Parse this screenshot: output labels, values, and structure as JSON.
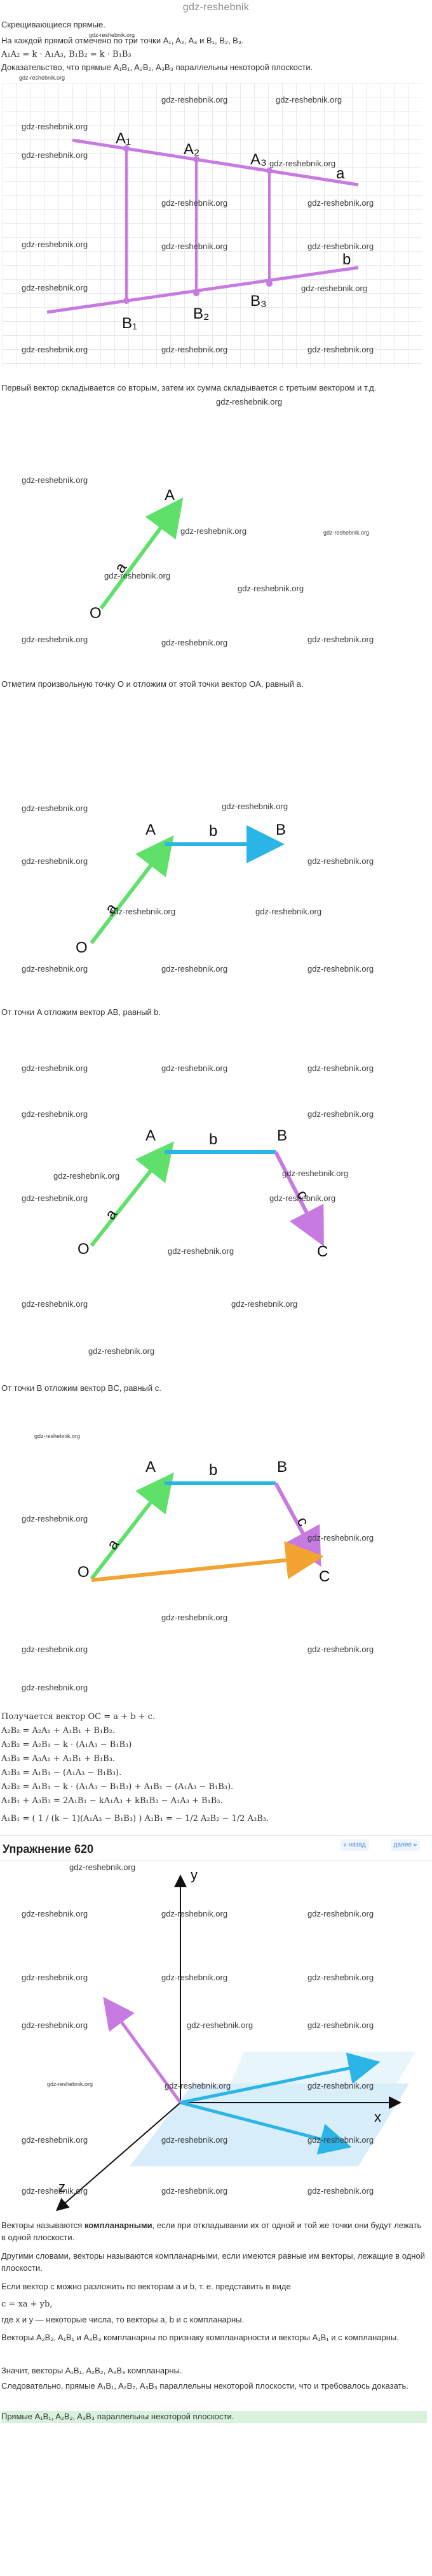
{
  "site": {
    "logo": "gdz-reshebnik"
  },
  "watermark": "gdz-reshebnik.org",
  "intro": {
    "line1": "Скрещивающиеся прямые.",
    "line2": "На каждой прямой отмечено по три точки A₁, A₂, A₃ и B₁, B₂, B₃.",
    "line3": "A₁A₂ = k · A₁A₃, B₁B₂ = k · B₁B₃",
    "line4": "Доказательство, что прямые A₁B₁, A₂B₂, A₃B₃ параллельны некоторой плоскости."
  },
  "figure1": {
    "labels": [
      "A₁",
      "A₂",
      "A₃",
      "a",
      "B₁",
      "B₂",
      "B₃",
      "b"
    ]
  },
  "step1": "Первый вектор складывается со вторым, затем их сумма складывается с третьим вектором и т.д.",
  "figure2": {
    "labels": [
      "A",
      "O",
      "a"
    ]
  },
  "step2": "Отметим произвольную точку O и отложим от этой точки вектор OA, равный a.",
  "figure3": {
    "labels": [
      "A",
      "B",
      "O",
      "a",
      "b"
    ]
  },
  "step3": "От точки A отложим вектор AB, равный b.",
  "figure4": {
    "labels": [
      "A",
      "B",
      "C",
      "O",
      "a",
      "b",
      "c"
    ]
  },
  "step4": "От точки B отложим вектор BC, равный c.",
  "figure5": {
    "labels": [
      "A",
      "B",
      "C",
      "O",
      "a",
      "b",
      "c"
    ]
  },
  "derivation": [
    "Получается вектор OC = a + b + c.",
    "A₂B₂ = A₂A₁ + A₁B₁ + B₁B₂.",
    "A₂B₂ = A₂B₁ − k · (A₁A₃ − B₁B₃)",
    "A₃B₃ = A₃A₁ + A₁B₁ + B₁B₃.",
    "A₃B₃ = A₁B₁ − (A₁A₃ − B₁B₃).",
    "A₂B₂ = A₁B₁ − k · (A₁A₃ − B₁B₃) + A₁B₁ − (A₁A₃ − B₁B₃).",
    "A₁B₁ + A₃B₃ = 2A₁B₁ − kA₁A₃ + kB₁B₃ − A₁A₃ + B₁B₃.",
    "A₁B₁ = ( 1 / (k − 1)(A₁A₃ − B₁B₃) ) A₁B₁ = − 1/2 A₂B₂ − 1/2 A₃B₃."
  ],
  "section": {
    "title": "Упражнение 620",
    "prev": "« назад",
    "next": "далее »"
  },
  "figure6": {
    "labels": [
      "y",
      "x",
      "z"
    ]
  },
  "theory": {
    "p1_before": "Векторы называются ",
    "p1_bold": "компланарными",
    "p1_after": ", если при откладывании их от одной и той же точки они будут лежать в одной плоскости.",
    "p2": "Другими словами, векторы называются компланарными, если имеются равные им векторы, лежащие в одной плоскости.",
    "p3": "Если вектор c можно разложить по векторам a и b, т. е. представить в виде",
    "p4": "c = xa + yb,",
    "p5": "где x и y — некоторые числа, то векторы a, b и c компланарны.",
    "p6": "Векторы A₂B₂, A₁B₁ и A₃B₃ компланарны по признаку компланарности и векторы A₁B₁ и c компланарны.",
    "p7": "Значит, векторы A₁B₁, A₂B₂, A₃B₃ компланарны.",
    "p8": "Следовательно, прямые A₁B₁, A₂B₂, A₃B₃ параллельны некоторой плоскости, что и требовалось доказать.",
    "p9": "Прямые A₁B₁, A₂B₂, A₃B₃ параллельны некоторой плоскости."
  },
  "colors": {
    "violet": "#c77be0",
    "green": "#5ee06b",
    "cyan": "#2bb5e6",
    "orange": "#f2a332",
    "plane": "#cde9f7"
  }
}
